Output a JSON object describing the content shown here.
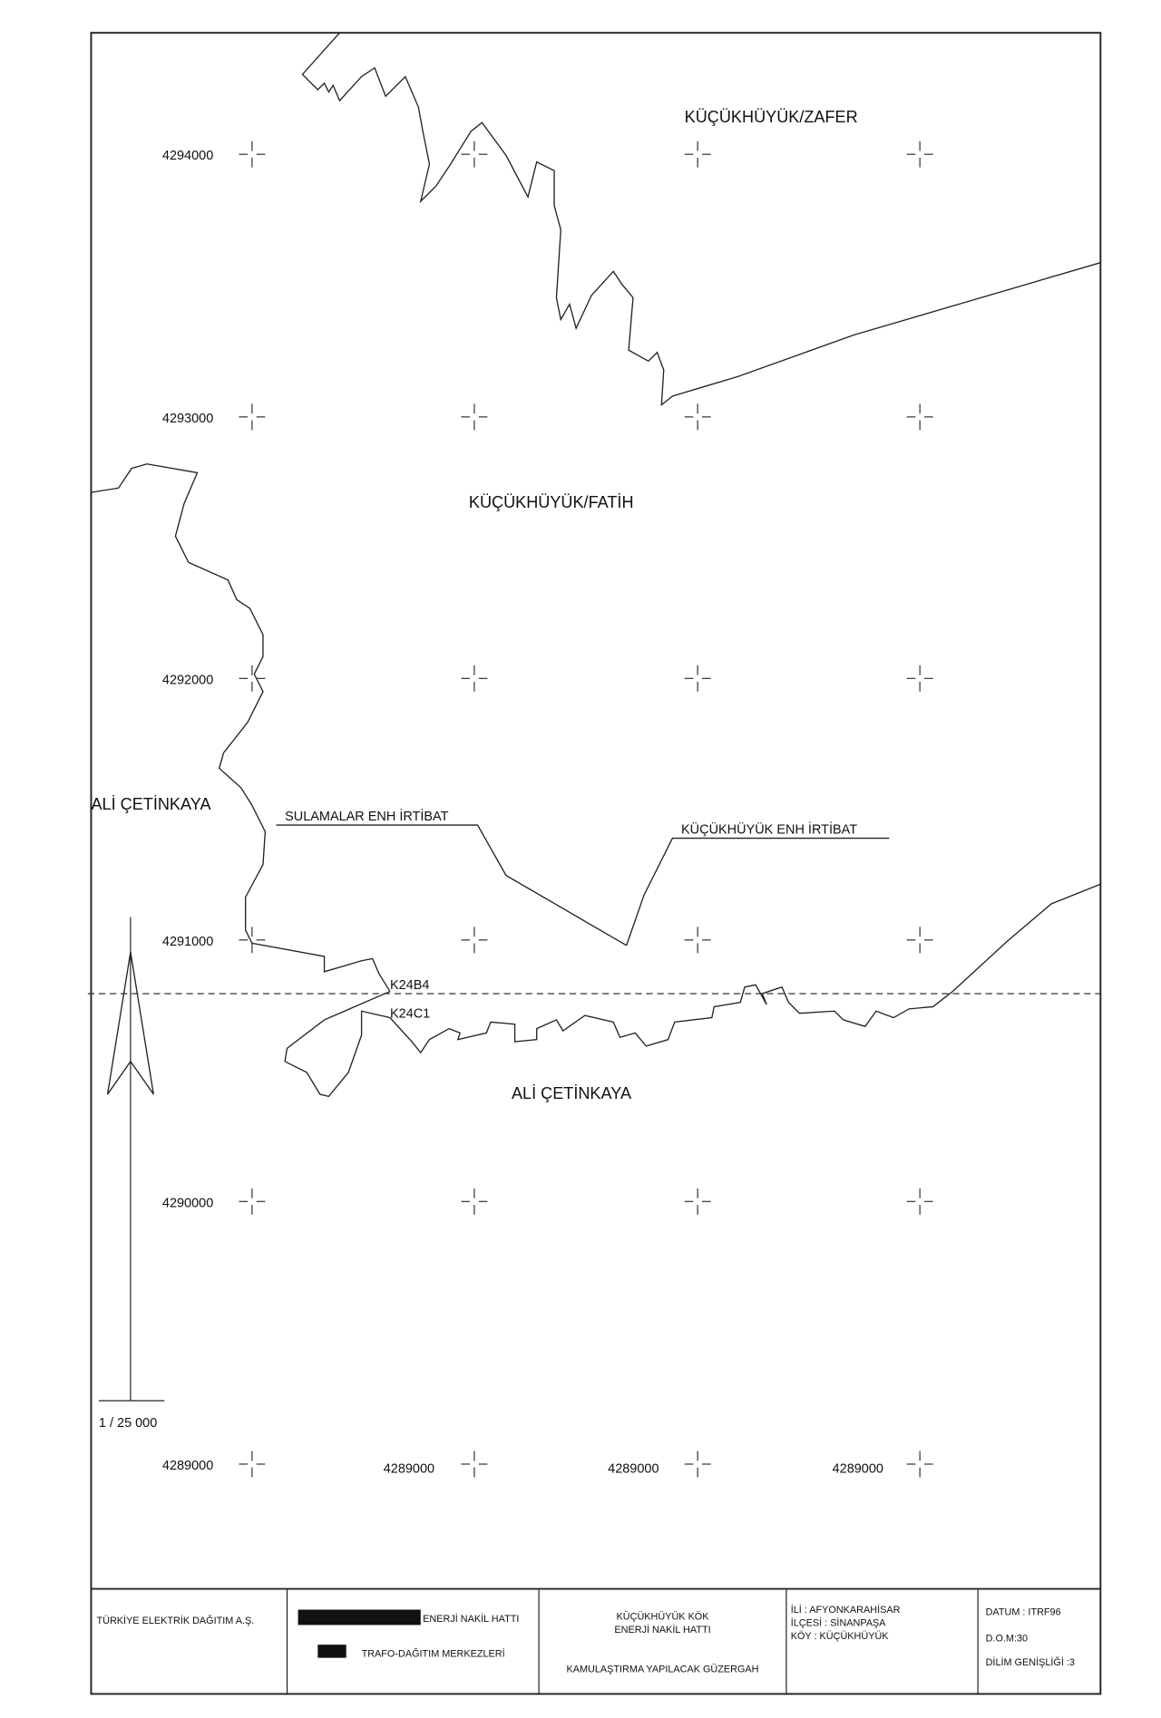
{
  "map": {
    "regions": {
      "zafer": "KÜÇÜKHÜYÜK/ZAFER",
      "fatih": "KÜÇÜKHÜYÜK/FATİH",
      "ali_west": "ALİ ÇETİNKAYA",
      "ali_south": "ALİ ÇETİNKAYA"
    },
    "annotations": {
      "sulamalar": "SULAMALAR ENH İRTİBAT",
      "kucukhuyuk": "KÜÇÜKHÜYÜK ENH İRTİBAT",
      "sheet_north": "K24B4",
      "sheet_south": "K24C1"
    },
    "northings": [
      "4294000",
      "4293000",
      "4292000",
      "4291000",
      "4290000",
      "4289000"
    ],
    "bottom_labels": [
      "4289000",
      "4289000",
      "4289000"
    ],
    "scale": "1 / 25 000"
  },
  "title_block": {
    "company": "TÜRKİYE ELEKTRİK DAĞITIM A.Ş.",
    "legend_line": "ENERJİ NAKİL HATTI",
    "legend_box": "TRAFO-DAĞITIM MERKEZLERİ",
    "project_line1": "KÜÇÜKHÜYÜK  KÖK",
    "project_line2": "ENERJİ NAKİL HATTI",
    "project_sub": "KAMULAŞTIRMA YAPILACAK GÜZERGAH",
    "il": "İLİ : AFYONKARAHİSAR",
    "ilce": "İLÇESİ : SİNANPAŞA",
    "koy": "KÖY : KÜÇÜKHÜYÜK",
    "datum": "DATUM : ITRF96",
    "dom": "D.O.M:30",
    "dilim": "DİLİM GENİŞLİĞİ :3"
  }
}
